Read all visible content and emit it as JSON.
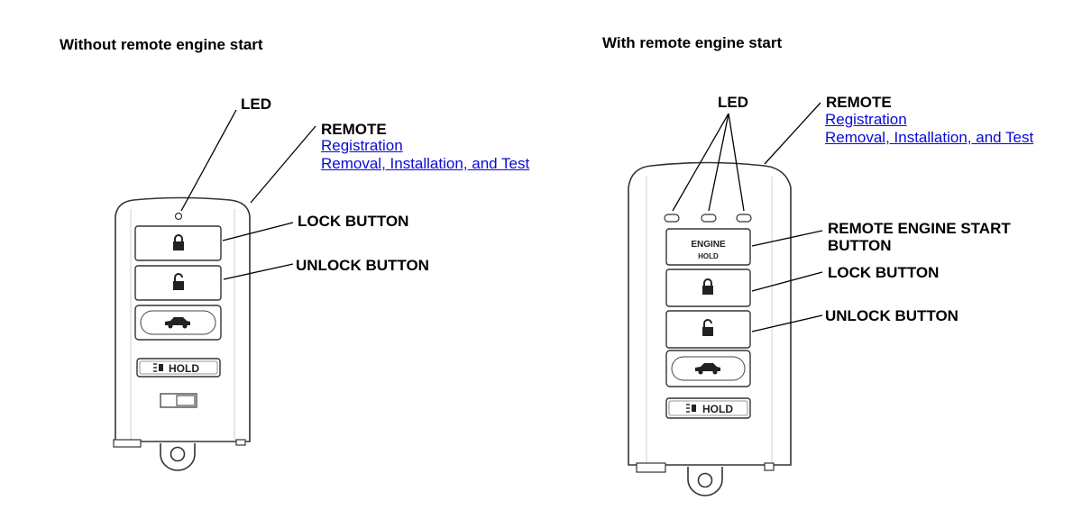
{
  "left": {
    "heading": "Without remote engine start",
    "labels": {
      "led": "LED",
      "remote": "REMOTE",
      "lock_button": "LOCK BUTTON",
      "unlock_button": "UNLOCK BUTTON"
    },
    "links": {
      "registration": "Registration",
      "removal": "Removal, Installation, and Test"
    },
    "fob": {
      "hold_text": "HOLD"
    }
  },
  "right": {
    "heading": "With remote engine start",
    "labels": {
      "led": "LED",
      "remote": "REMOTE",
      "engine_start_line1": "REMOTE ENGINE START",
      "engine_start_line2": "BUTTON",
      "lock_button": "LOCK BUTTON",
      "unlock_button": "UNLOCK BUTTON"
    },
    "links": {
      "registration": "Registration",
      "removal": "Removal, Installation, and Test"
    },
    "fob": {
      "engine_text": "ENGINE",
      "engine_hold_text": "HOLD",
      "hold_text": "HOLD"
    }
  },
  "colors": {
    "link": "#0a0ad8",
    "line": "#000000",
    "fob_outline": "#333333"
  },
  "icons": [
    "lock-icon",
    "unlock-icon",
    "car-icon",
    "panic-light-icon"
  ]
}
